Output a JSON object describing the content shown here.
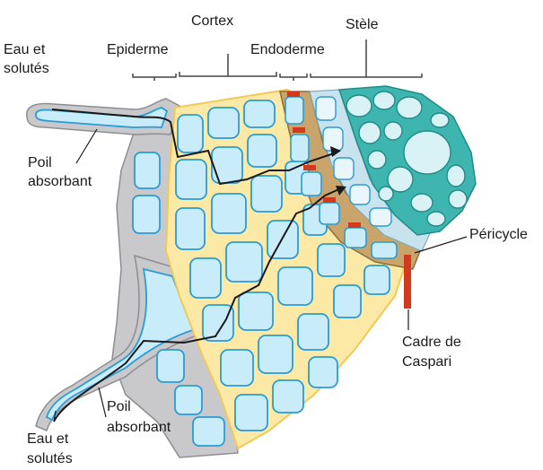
{
  "labels": {
    "eau_top_line1": "Eau et",
    "eau_top_line2": "solutés",
    "epiderme": "Epiderme",
    "cortex": "Cortex",
    "endoderme": "Endoderme",
    "stele": "Stèle",
    "poil_top_line1": "Poil",
    "poil_top_line2": "absorbant",
    "pericycle": "Péricycle",
    "cadre_line1": "Cadre de",
    "cadre_line2": "Caspari",
    "poil_bottom_line1": "Poil",
    "poil_bottom_line2": "absorbant",
    "eau_bottom_line1": "Eau et",
    "eau_bottom_line2": "solutés"
  },
  "colors": {
    "epidermis": "#c9c9cc",
    "cortex": "#fde9a6",
    "cortex_edge": "#f0c95a",
    "cell_interior": "#c9ecfb",
    "cell_border": "#2b9bd6",
    "endodermis": "#c9a56b",
    "caspari": "#d23a1e",
    "pericycle": "#c8e3ee",
    "stele": "#3fb5b0",
    "water_path": "#1a1a1a"
  }
}
